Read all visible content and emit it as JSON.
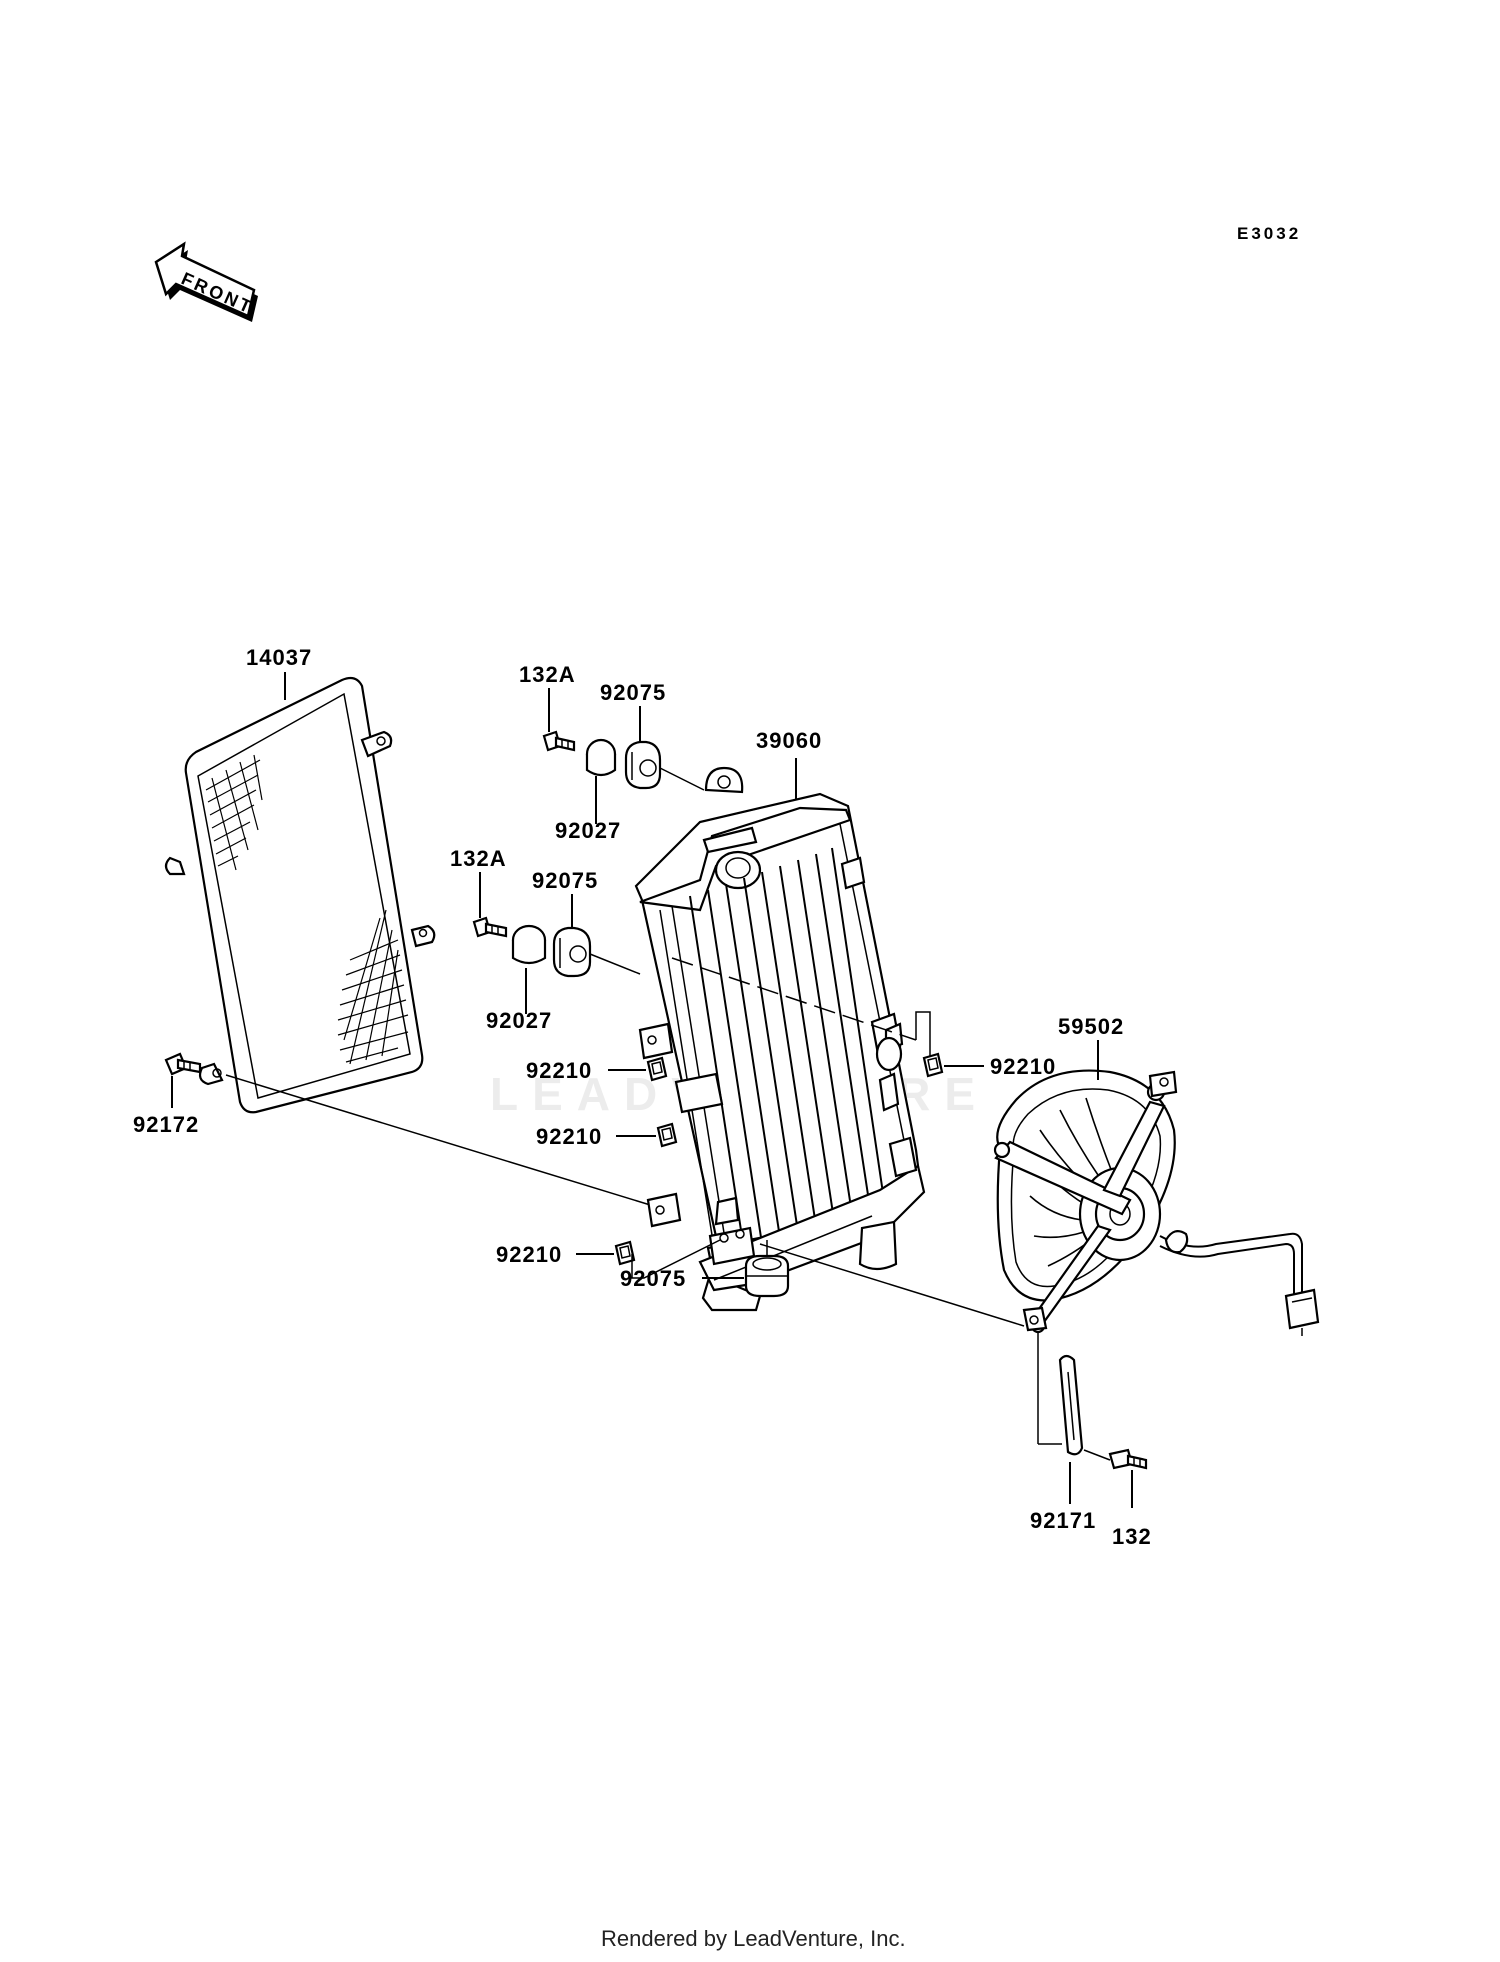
{
  "diagram": {
    "code": "E3032",
    "front_label": "FRONT",
    "watermark": "LEADVENTURE",
    "footer": "Rendered by LeadVenture, Inc.",
    "labels": {
      "l14037": "14037",
      "l132a_top": "132A",
      "l92075_top": "92075",
      "l39060": "39060",
      "l92027_top": "92027",
      "l132a_mid": "132A",
      "l92075_mid": "92075",
      "l92027_mid": "92027",
      "l92210_left1": "92210",
      "l92210_left2": "92210",
      "l92210_left3": "92210",
      "l92210_right": "92210",
      "l59502": "59502",
      "l92172": "92172",
      "l92075_bottom": "92075",
      "l92171": "92171",
      "l132": "132"
    }
  }
}
